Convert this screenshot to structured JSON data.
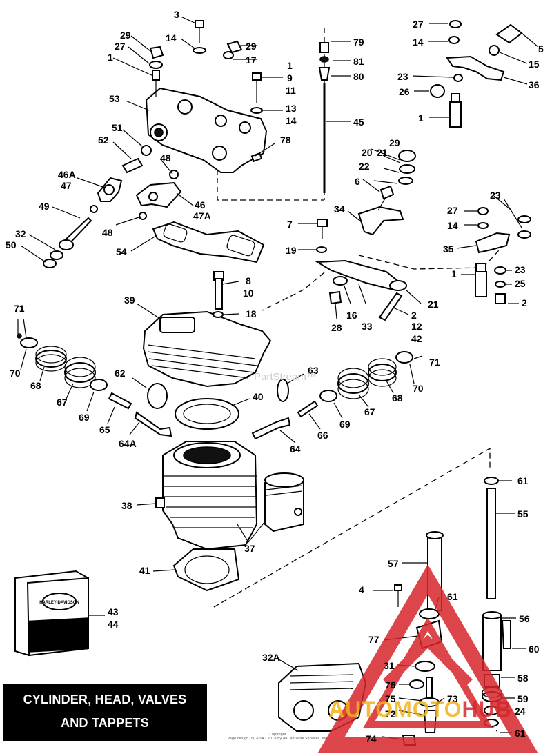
{
  "title": {
    "line1": "CYLINDER, HEAD, VALVES",
    "line2": "AND TAPPETS"
  },
  "watermark": "PartStream™",
  "brand_badge": {
    "text_main": "AUTOMOTO",
    "text_tail": "HUB",
    "red": "#d7262b",
    "gold": "#f3b21b"
  },
  "copyright_line1": "Copyright",
  "copyright_line2": "Page design (c) 2004 - 2016 by ARI Network Services, Inc.",
  "manual_book": {
    "logo_text": "HARLEY-DAVIDSON"
  },
  "callouts": {
    "c3": "3",
    "c14a": "14",
    "c29a": "29",
    "c27a": "27",
    "c1a": "1",
    "c29b": "29",
    "c17": "17",
    "c1b": "1",
    "c9": "9",
    "c11": "11",
    "c13": "13",
    "c14b": "14",
    "c53": "53",
    "c51": "51",
    "c52": "52",
    "c78": "78",
    "c48a": "48",
    "c46a": "46A",
    "c47a": "47",
    "c46b": "46",
    "c47b": "47A",
    "c48b": "48",
    "c49": "49",
    "c32": "32",
    "c50": "50",
    "c54": "54",
    "c79": "79",
    "c81": "81",
    "c80": "80",
    "c45": "45",
    "c27b": "27",
    "c14c": "14",
    "c5": "5",
    "c15": "15",
    "c23a": "23",
    "c26": "26",
    "c36": "36",
    "c1c": "1",
    "c29c": "29",
    "c20": "20",
    "c21a": "21",
    "c22": "22",
    "c6": "6",
    "c34": "34",
    "c7": "7",
    "c19": "19",
    "c23b": "23",
    "c27c": "27",
    "c14d": "14",
    "c35": "35",
    "c1d": "1",
    "c23c": "23",
    "c25": "25",
    "c2a": "2",
    "c8": "8",
    "c10": "10",
    "c18": "18",
    "c39": "39",
    "c28": "28",
    "c16": "16",
    "c33": "33",
    "c21b": "21",
    "c2b": "2",
    "c12": "12",
    "c42": "42",
    "c71a": "71",
    "c70a": "70",
    "c68a": "68",
    "c67a": "67",
    "c69a": "69",
    "c62": "62",
    "c65": "65",
    "c64a": "64A",
    "c40": "40",
    "c63": "63",
    "c71b": "71",
    "c70b": "70",
    "c68b": "68",
    "c67b": "67",
    "c69b": "69",
    "c66": "66",
    "c64": "64",
    "c38": "38",
    "c37": "37",
    "c41": "41",
    "c43": "43",
    "c44": "44",
    "c61a": "61",
    "c55": "55",
    "c57": "57",
    "c4": "4",
    "c61b": "61",
    "c56": "56",
    "c77": "77",
    "c60": "60",
    "c32a": "32A",
    "c31": "31",
    "c58": "58",
    "c76": "76",
    "c75": "75",
    "c73": "73",
    "c72": "72",
    "c59": "59",
    "c24": "24",
    "c61c": "61",
    "c74": "74"
  }
}
